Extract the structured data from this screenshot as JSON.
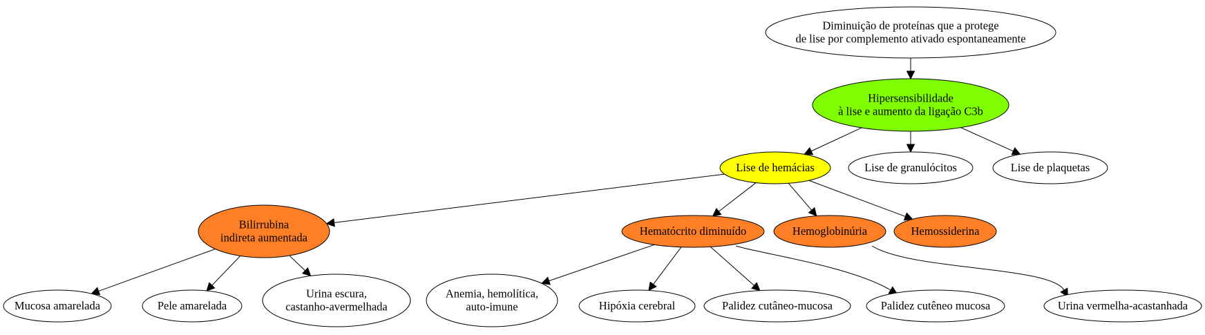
{
  "diagram": {
    "colors": {
      "green": "#7fff00",
      "yellow": "#ffff00",
      "orange": "#ff7f27",
      "white": "#ffffff"
    },
    "nodes": {
      "root": {
        "lines": [
          "Diminuição de proteínas que a protege",
          "de lise por complemento ativado espontaneamente"
        ],
        "color": "white"
      },
      "hyper": {
        "lines": [
          "Hipersensibilidade",
          "à lise e aumento da ligação C3b"
        ],
        "color": "green"
      },
      "lise_hem": {
        "lines": [
          "Lise de hemácias"
        ],
        "color": "yellow"
      },
      "lise_gran": {
        "lines": [
          "Lise de granulócitos"
        ],
        "color": "white"
      },
      "lise_plaq": {
        "lines": [
          "Lise de plaquetas"
        ],
        "color": "white"
      },
      "bilirrubina": {
        "lines": [
          "Bilirrubina",
          "indireta aumentada"
        ],
        "color": "orange"
      },
      "hematocrito": {
        "lines": [
          "Hematócrito diminuído"
        ],
        "color": "orange"
      },
      "hemoglobinuria": {
        "lines": [
          "Hemoglobinúria"
        ],
        "color": "orange"
      },
      "hemossiderina": {
        "lines": [
          "Hemossiderina"
        ],
        "color": "orange"
      },
      "mucosa": {
        "lines": [
          "Mucosa amarelada"
        ],
        "color": "white"
      },
      "pele": {
        "lines": [
          "Pele amarelada"
        ],
        "color": "white"
      },
      "urina_escura": {
        "lines": [
          "Urina escura,",
          "castanho-avermelhada"
        ],
        "color": "white"
      },
      "anemia": {
        "lines": [
          "Anemia, hemolítica,",
          "auto-imune"
        ],
        "color": "white"
      },
      "hipoxia": {
        "lines": [
          "Hipóxia cerebral"
        ],
        "color": "white"
      },
      "palidez1": {
        "lines": [
          "Palidez cutâneo-mucosa"
        ],
        "color": "white"
      },
      "palidez2": {
        "lines": [
          "Palidez cutêneo mucosa"
        ],
        "color": "white"
      },
      "urina_verm": {
        "lines": [
          "Urina vermelha-acastanhada"
        ],
        "color": "white"
      }
    },
    "edges": [
      [
        "root",
        "hyper"
      ],
      [
        "hyper",
        "lise_hem"
      ],
      [
        "hyper",
        "lise_gran"
      ],
      [
        "hyper",
        "lise_plaq"
      ],
      [
        "lise_hem",
        "bilirrubina"
      ],
      [
        "lise_hem",
        "hematocrito"
      ],
      [
        "lise_hem",
        "hemoglobinuria"
      ],
      [
        "lise_hem",
        "hemossiderina"
      ],
      [
        "bilirrubina",
        "mucosa"
      ],
      [
        "bilirrubina",
        "pele"
      ],
      [
        "bilirrubina",
        "urina_escura"
      ],
      [
        "hematocrito",
        "anemia"
      ],
      [
        "hematocrito",
        "hipoxia"
      ],
      [
        "hematocrito",
        "palidez1"
      ],
      [
        "hematocrito",
        "palidez2"
      ],
      [
        "hemoglobinuria",
        "urina_verm"
      ]
    ]
  }
}
